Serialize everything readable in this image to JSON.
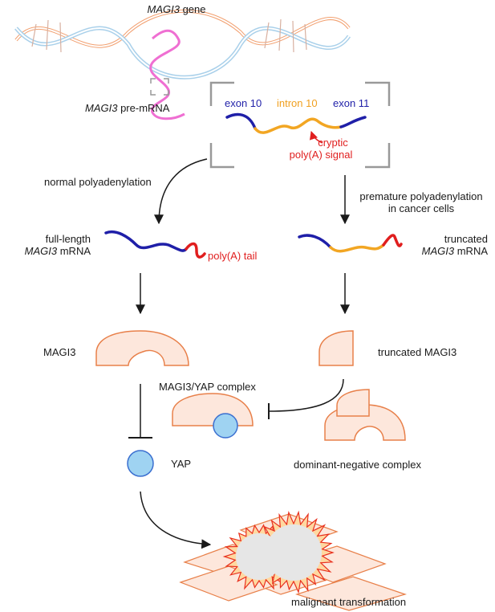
{
  "gene_label": {
    "gene": "MAGI3",
    "suffix": " gene"
  },
  "premrna_label": {
    "gene": "MAGI3",
    "suffix": " pre-mRNA"
  },
  "exon_labels": {
    "exon10": "exon 10",
    "intron10": "intron 10",
    "exon11": "exon 11"
  },
  "cryptic_label": {
    "line1": "cryptic",
    "line2": "poly(A) signal"
  },
  "normal_path": {
    "arrow_label": "normal polyadenylation",
    "mrna_label_line1": "full-length",
    "mrna_label_gene": "MAGI3",
    "mrna_label_suffix": " mRNA",
    "polya_label": "poly(A) tail",
    "protein_label": "MAGI3"
  },
  "cancer_path": {
    "arrow_label_line1": "premature polyadenylation",
    "arrow_label_line2": "in cancer cells",
    "mrna_label_line1": "truncated",
    "mrna_label_gene": "MAGI3",
    "mrna_label_suffix": " mRNA",
    "protein_label": "truncated MAGI3"
  },
  "complex_label": "MAGI3/YAP complex",
  "dominant_label": "dominant-negative complex",
  "yap_label": "YAP",
  "outcome_label": "malignant transformation",
  "colors": {
    "exon": "#1f1fa8",
    "intron": "#f2a623",
    "polya": "#e01e1e",
    "dna_blue": "#a9d0ea",
    "dna_orange": "#f2a070",
    "protein_fill": "#fde7dc",
    "protein_stroke": "#e8804a",
    "yap_fill": "#9fd3f2",
    "yap_stroke": "#3a6fd0",
    "premrna": "#ef6fd2",
    "bracket": "#999999",
    "arrow": "#1a1a1a"
  }
}
